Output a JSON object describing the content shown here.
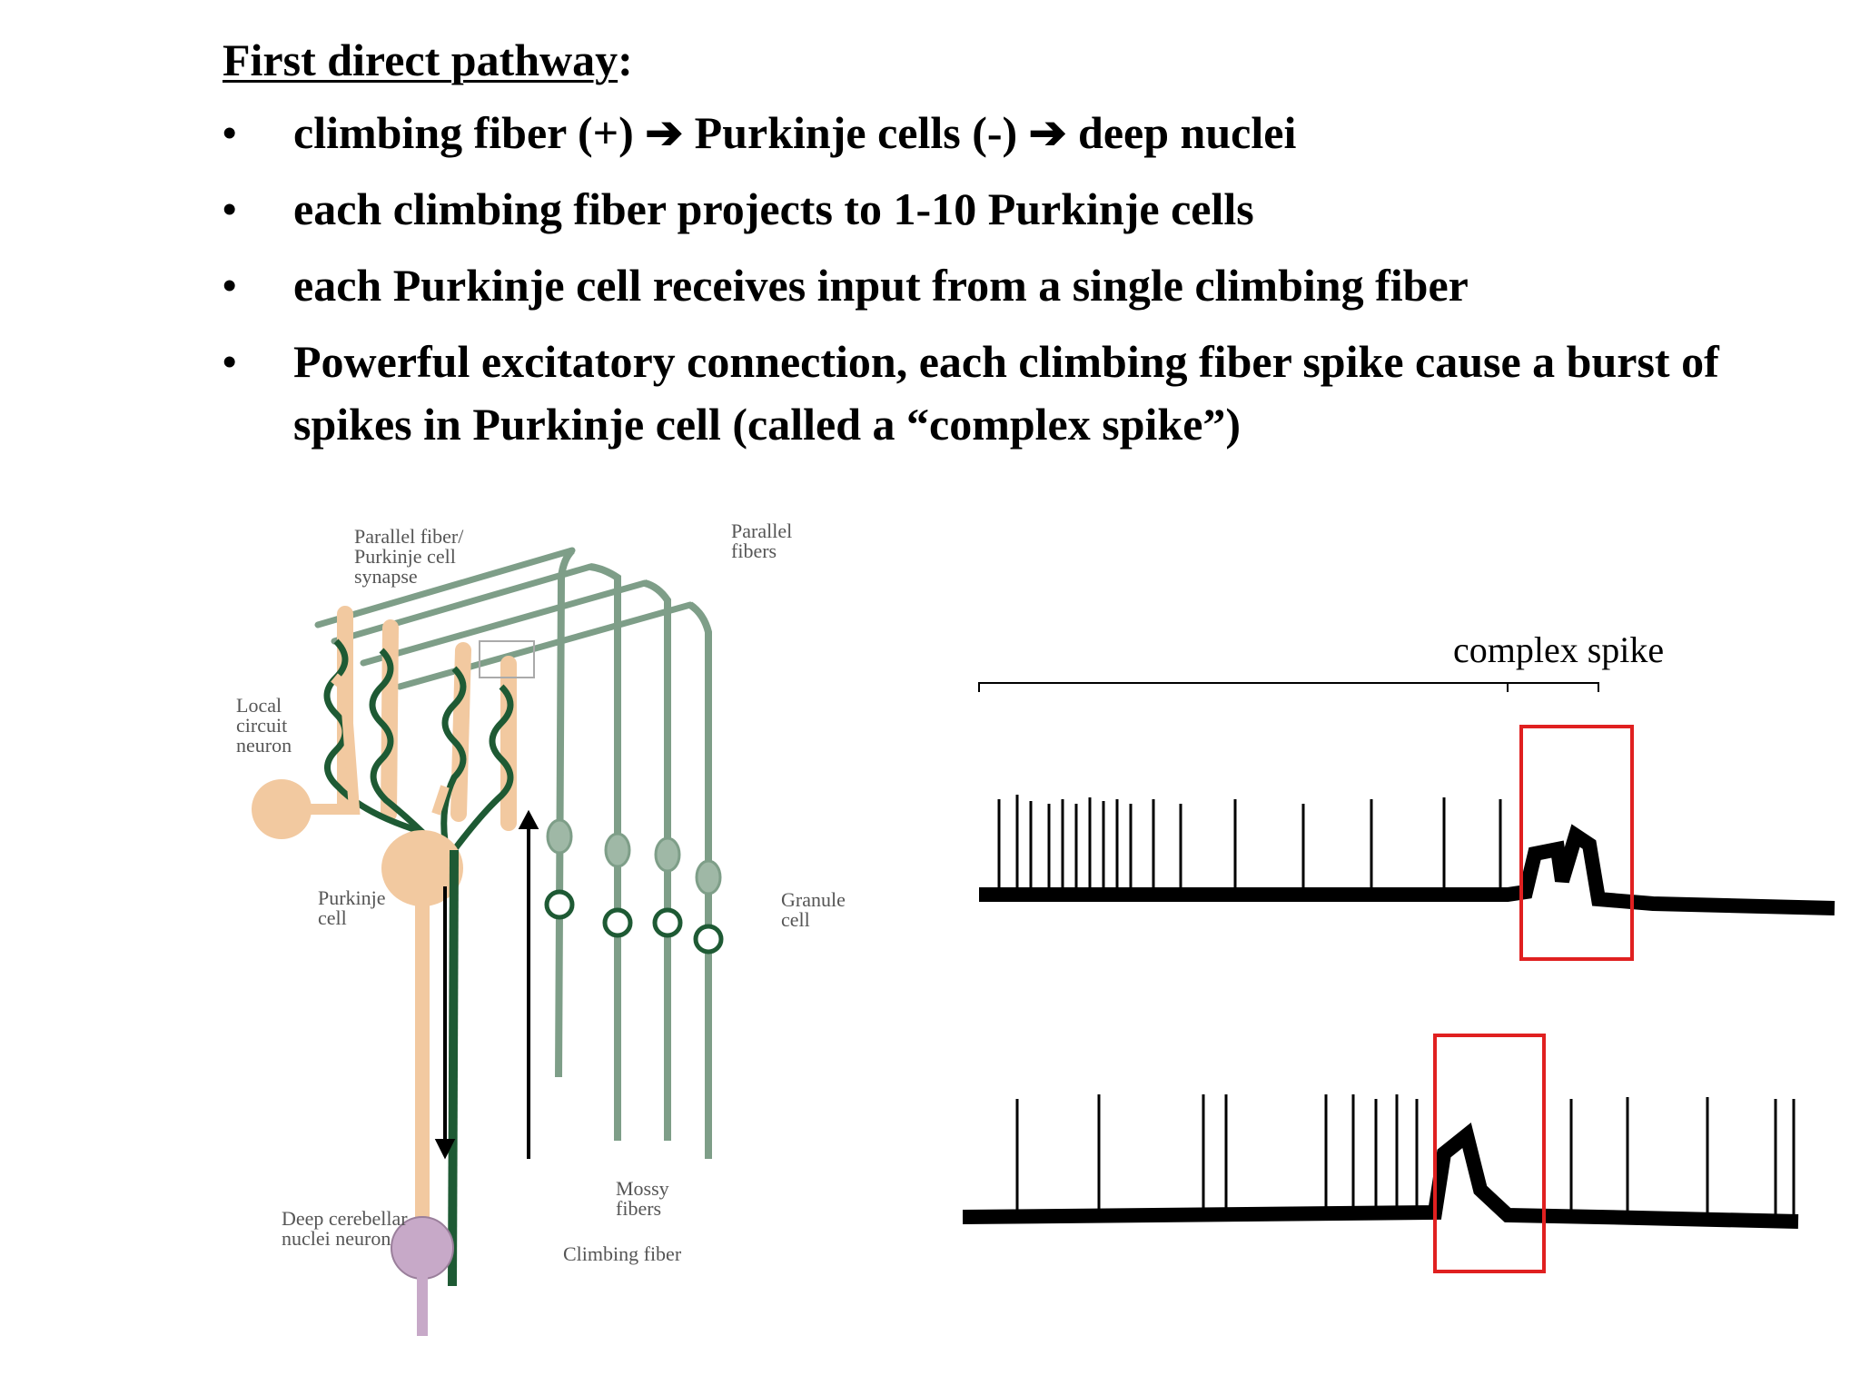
{
  "heading": {
    "title": "First direct pathway",
    "colon": ":"
  },
  "bullets": [
    {
      "parts": [
        "climbing fiber (+) ",
        "➔",
        " Purkinje cells (-) ",
        "➔",
        " deep nuclei"
      ]
    },
    {
      "text": "each climbing fiber projects to 1-10 Purkinje cells"
    },
    {
      "text": "each Purkinje cell receives input from a single climbing fiber"
    },
    {
      "text": "Powerful excitatory connection, each climbing fiber spike cause a burst of spikes in Purkinje cell (called a “complex spike”)"
    }
  ],
  "bullet_glyph": "•",
  "diagram": {
    "labels": {
      "pf_synapse": [
        "Parallel fiber/",
        "Purkinje cell",
        "synapse"
      ],
      "parallel_fibers": [
        "Parallel",
        "fibers"
      ],
      "local_circuit": [
        "Local",
        "circuit",
        "neuron"
      ],
      "purkinje_cell": [
        "Purkinje",
        "cell"
      ],
      "granule_cell": [
        "Granule",
        "cell"
      ],
      "mossy_fibers": [
        "Mossy",
        "fibers"
      ],
      "deep_nuclei": [
        "Deep cerebellar",
        "nuclei neuron"
      ],
      "climbing_fiber": "Climbing fiber"
    },
    "colors": {
      "purkinje": "#f2c9a0",
      "fiber_green": "#7e9e88",
      "climbing_green": "#1e5a34",
      "deep_nucleus": "#c7a9c8",
      "highlight_box": "#e02020"
    }
  },
  "recording": {
    "complex_spike_label": "complex spike"
  }
}
